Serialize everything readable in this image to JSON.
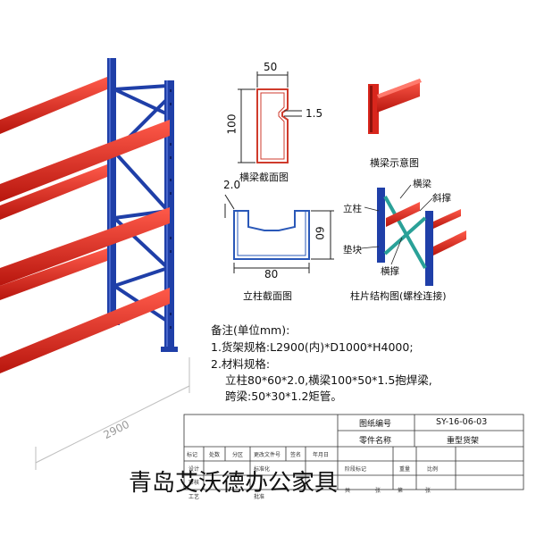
{
  "colors": {
    "upright": "#1f3fa8",
    "beam": "#d8261c",
    "section_line": "#cf3b2c",
    "diagonal": "#2aa198"
  },
  "rack_width_label": "2900",
  "beam_section": {
    "title": "横梁截面图",
    "width": "50",
    "height": "100",
    "thickness": "1.5"
  },
  "beam_sketch": {
    "title": "横梁示意图"
  },
  "upright_section": {
    "title": "立柱截面图",
    "thickness": "2.0",
    "height": "60",
    "width": "80"
  },
  "frame": {
    "title": "柱片结构图(螺栓连接)",
    "labels": {
      "upright": "立柱",
      "beam": "横梁",
      "diagonal": "斜撑",
      "pad": "垫块",
      "brace": "横撑"
    }
  },
  "notes": {
    "heading": "备注(单位mm):",
    "line1": "1.货架规格:L2900(内)*D1000*H4000;",
    "line2": "2.材料规格:",
    "line3": "立柱80*60*2.0,横梁100*50*1.5抱焊梁,",
    "line4": "跨梁:50*30*1.2矩管。"
  },
  "title_block": {
    "drawing_no_label": "图纸编号",
    "drawing_no": "SY-16-06-03",
    "part_name_label": "零件名称",
    "part_name": "重型货架",
    "rev_headers": [
      "标记",
      "处数",
      "分区",
      "更改文件号",
      "签名",
      "年月日"
    ],
    "row2": [
      "设计",
      "标准化",
      "阶段标记",
      "重量",
      "比例"
    ],
    "row3": [
      "审核"
    ],
    "row4": [
      "工艺",
      "批准",
      "共",
      "张",
      "第",
      "张"
    ]
  },
  "watermark": "青岛艾沃德办公家具"
}
